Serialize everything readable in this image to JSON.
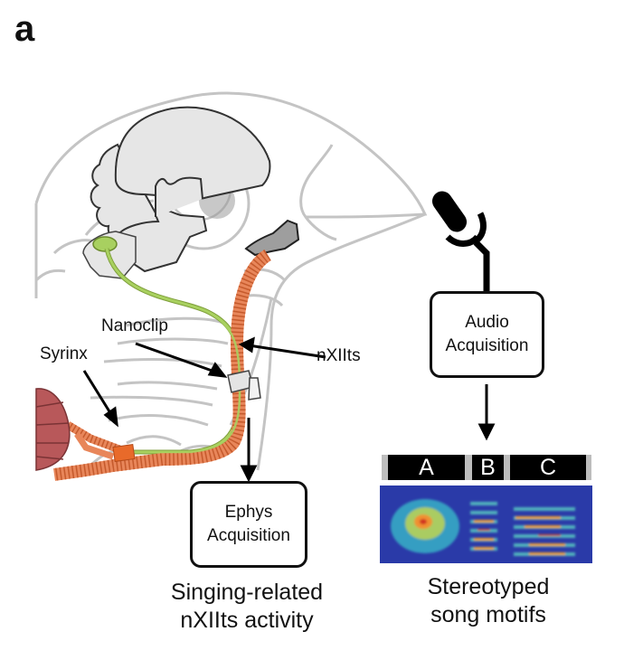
{
  "figure": {
    "panel_label": "a",
    "labels": {
      "nanoclip": "Nanoclip",
      "syrinx": "Syrinx",
      "nxiits": "nXIIts"
    },
    "audio_box": {
      "line1": "Audio",
      "line2": "Acquisition"
    },
    "ephys_box": {
      "line1": "Ephys",
      "line2": "Acquisition"
    },
    "ephys_caption": {
      "line1": "Singing-related",
      "line2": "nXIIts activity"
    },
    "song_caption": {
      "line1": "Stereotyped",
      "line2": "song motifs"
    },
    "motif_segments": [
      "A",
      "B",
      "C"
    ],
    "icons": [
      "microphone-icon",
      "bird-head-outline",
      "brain-illustration",
      "nerve-tract",
      "nanoclip-device",
      "syrinx-muscle",
      "spectrogram"
    ],
    "colors": {
      "outline_gray": "#c4c4c4",
      "brain_fill": "#e6e6e6",
      "nerve_orange": "#e8865a",
      "nerve_stripe": "#c55a2c",
      "tract_green": "#a8d060",
      "syrinx_red": "#b8585a",
      "spectro_bg": "#2a3aa8"
    }
  }
}
